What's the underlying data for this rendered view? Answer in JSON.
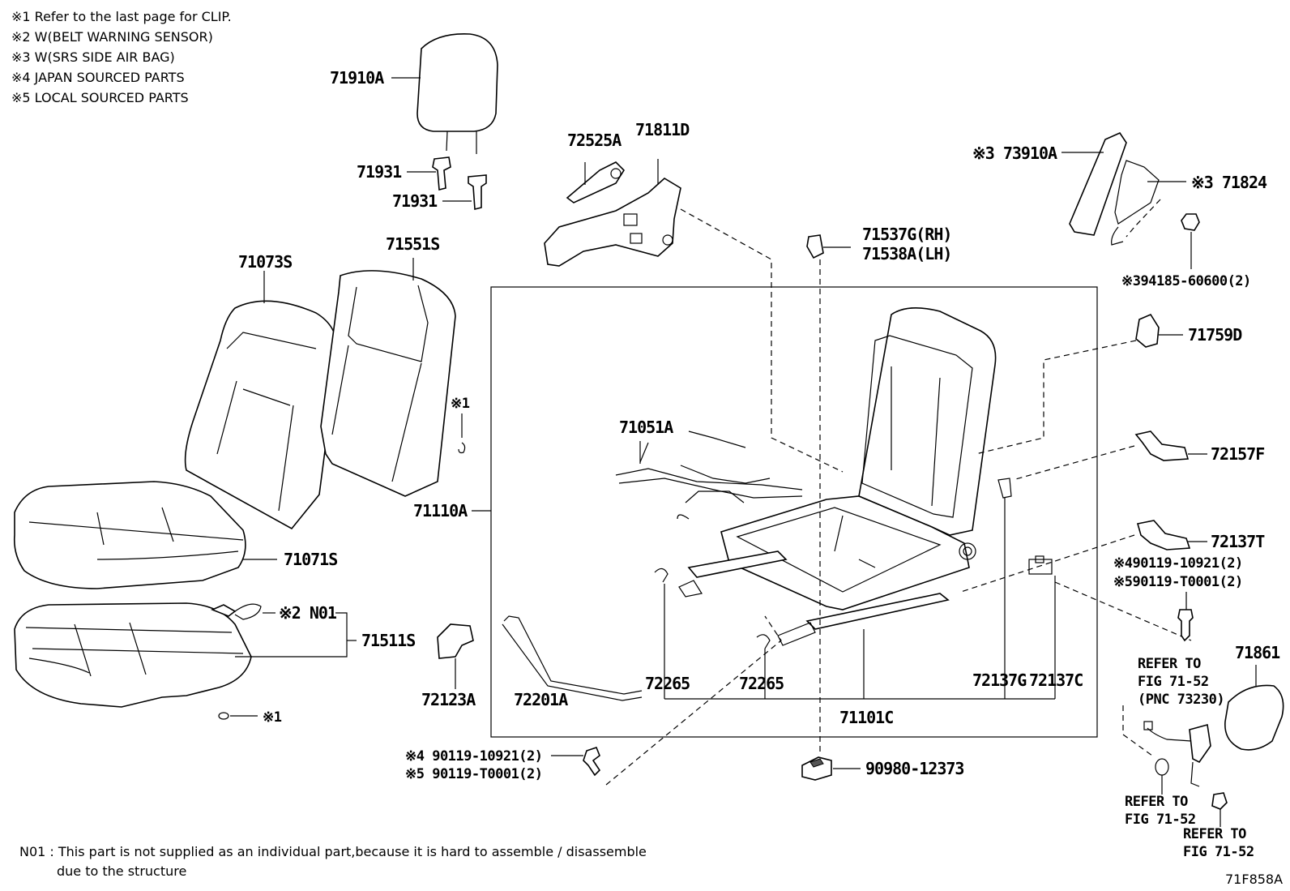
{
  "notes": [
    "※1  Refer to the last page for CLIP.",
    "※2  W(BELT WARNING SENSOR)",
    "※3  W(SRS SIDE AIR BAG)",
    "※4  JAPAN SOURCED PARTS",
    "※5  LOCAL SOURCED PARTS"
  ],
  "footnote": {
    "line1": "N01 : This part is not supplied as an individual part,because it is hard to assemble / disassemble",
    "line2": "due to the structure"
  },
  "figure_id": "71F858A",
  "labels": {
    "p71910A": "71910A",
    "p71931a": "71931",
    "p71931b": "71931",
    "p72525A": "72525A",
    "p71811D": "71811D",
    "p71073S": "71073S",
    "p71551S": "71551S",
    "clip1": "※1",
    "clip2": "※1",
    "p71071S": "71071S",
    "n01": "※2 N01",
    "p71511S": "71511S",
    "p72123A": "72123A",
    "p71110A": "71110A",
    "p71051A": "71051A",
    "p72201A": "72201A",
    "p72265a": "72265",
    "p72265b": "72265",
    "p71101C": "71101C",
    "p72137G": "72137G",
    "p72137C": "72137C",
    "p71537G": "71537G(RH)",
    "p71538A": "71538A(LH)",
    "p73910A": "※3 73910A",
    "p71824": "※3 71824",
    "p94185": "※394185-60600(2)",
    "p71759D": "71759D",
    "p72157F": "72157F",
    "p72137T": "72137T",
    "p90119a": "※490119-10921(2)",
    "p90119b": "※590119-T0001(2)",
    "p71861": "71861",
    "ref1a": "REFER TO",
    "ref1b": "FIG 71-52",
    "ref1c": "(PNC 73230)",
    "ref2a": "REFER TO",
    "ref2b": "FIG 71-52",
    "ref3a": "REFER TO",
    "ref3b": "FIG 71-52",
    "p90980": "90980-12373",
    "bolt1": "※4 90119-10921(2)",
    "bolt2": "※5 90119-T0001(2)"
  }
}
